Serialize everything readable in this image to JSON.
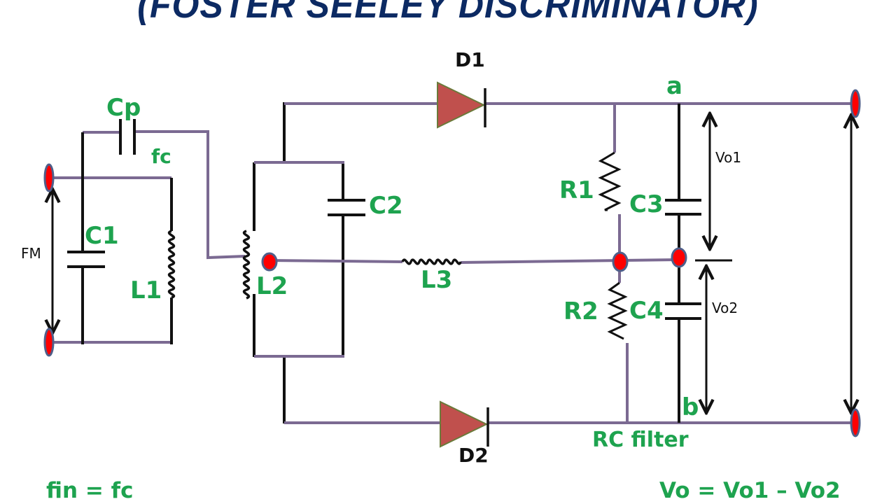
{
  "title": "(FOSTER SEELEY DISCRIMINATOR)",
  "colors": {
    "title": "#0c2a63",
    "label_green": "#1ea34f",
    "wire_purple": "#7b6a92",
    "wire_black": "#111111",
    "diode_fill": "#c0504d",
    "diode_border": "#6b7a3a",
    "terminal_red": "#ff0000",
    "terminal_border": "#4f5f8a"
  },
  "components": {
    "cp": "Cp",
    "fc": "fc",
    "c1": "C1",
    "l1": "L1",
    "l2": "L2",
    "c2": "C2",
    "l3": "L3",
    "d1": "D1",
    "d2": "D2",
    "r1": "R1",
    "r2": "R2",
    "c3": "C3",
    "c4": "C4"
  },
  "nodes": {
    "a": "a",
    "b": "b"
  },
  "voltages": {
    "fm": "FM",
    "vo1": "Vo1",
    "vo2": "Vo2"
  },
  "annotations": {
    "rc_filter": "RC filter",
    "input_condition": "fin = fc",
    "output_equation": "Vo = Vo1 – Vo2"
  }
}
